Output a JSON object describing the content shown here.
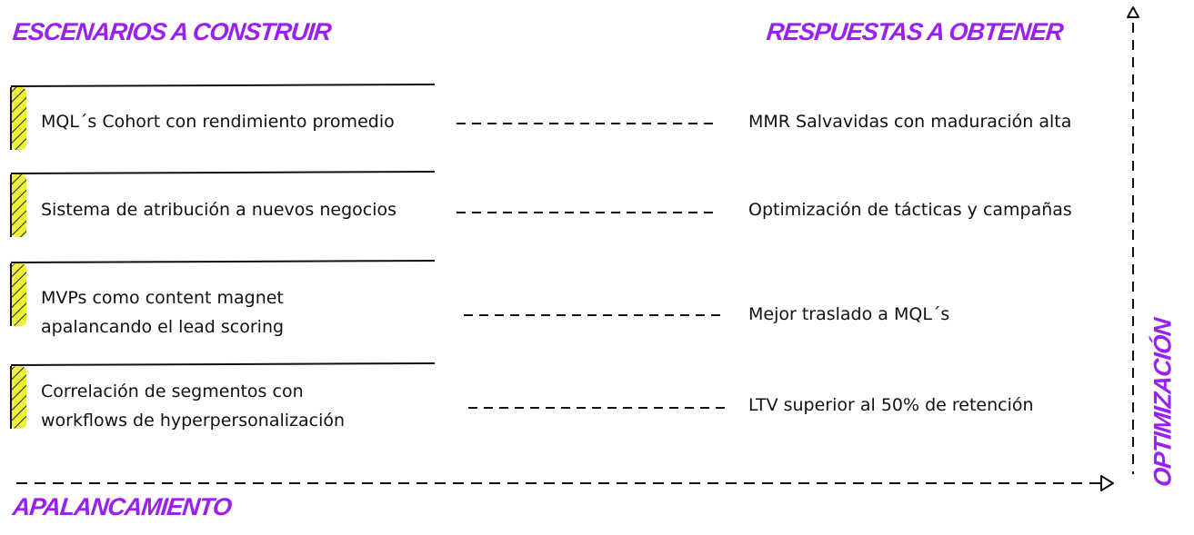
{
  "headings": {
    "left": "ESCENARIOS A CONSTRUIR",
    "right": "RESPUESTAS A OBTENER",
    "bottom": "APALANCAMIENTO",
    "vertical": "OPTIMIZACIÓN"
  },
  "rows": [
    {
      "scenario": [
        "MQL´s Cohort con rendimiento promedio"
      ],
      "answer": "MMR Salvavidas con maduración alta"
    },
    {
      "scenario": [
        "Sistema de atribución a nuevos negocios"
      ],
      "answer": "Optimización de tácticas y campañas"
    },
    {
      "scenario": [
        "MVPs como content magnet",
        "apalancando el lead scoring"
      ],
      "answer": "Mejor traslado a MQL´s"
    },
    {
      "scenario": [
        "Correlación de segmentos con",
        "workflows de hyperpersonalización"
      ],
      "answer": "LTV superior al 50% de retención"
    }
  ],
  "colors": {
    "heading": "#9b1ff0",
    "highlight": "#eef03a",
    "ink": "#111111"
  }
}
